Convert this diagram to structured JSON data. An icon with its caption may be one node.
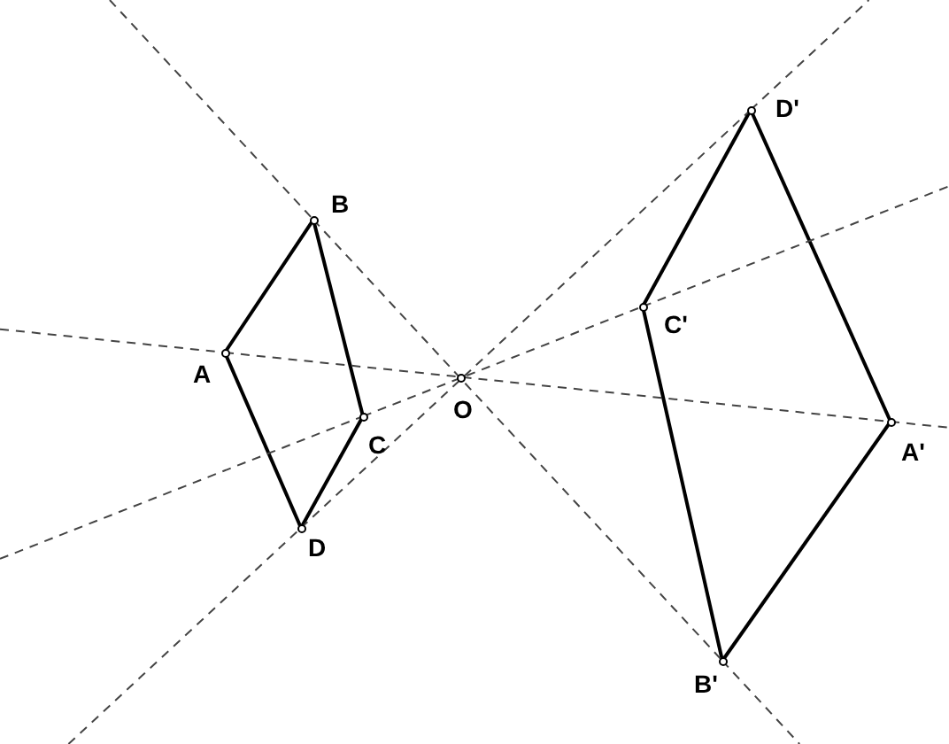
{
  "diagram": {
    "nodes": [
      {
        "text": [
          "A"
        ]
      },
      {
        "text": [
          "B"
        ]
      },
      {
        "text": [
          "C"
        ]
      },
      {
        "text": [
          "D"
        ]
      },
      {
        "text": [
          "O"
        ]
      },
      {
        "text": [
          "A'"
        ]
      },
      {
        "text": [
          "B'"
        ]
      },
      {
        "text": [
          "C'"
        ]
      },
      {
        "text": [
          "D'"
        ]
      }
    ],
    "edges": [
      {
        "from": 0,
        "to": 1,
        "arrow": "none"
      },
      {
        "from": 1,
        "to": 2,
        "arrow": "none"
      },
      {
        "from": 2,
        "to": 3,
        "arrow": "none"
      },
      {
        "from": 3,
        "to": 0,
        "arrow": "none"
      },
      {
        "from": 5,
        "to": 8,
        "arrow": "none"
      },
      {
        "from": 8,
        "to": 7,
        "arrow": "none"
      },
      {
        "from": 7,
        "to": 6,
        "arrow": "none"
      },
      {
        "from": 6,
        "to": 5,
        "arrow": "none"
      },
      {
        "from": 0,
        "to": 5,
        "arrow": "none",
        "style": "dashed"
      },
      {
        "from": 1,
        "to": 6,
        "arrow": "none",
        "style": "dashed"
      },
      {
        "from": 2,
        "to": 7,
        "arrow": "none",
        "style": "dashed"
      },
      {
        "from": 3,
        "to": 8,
        "arrow": "none",
        "style": "dashed"
      }
    ]
  }
}
